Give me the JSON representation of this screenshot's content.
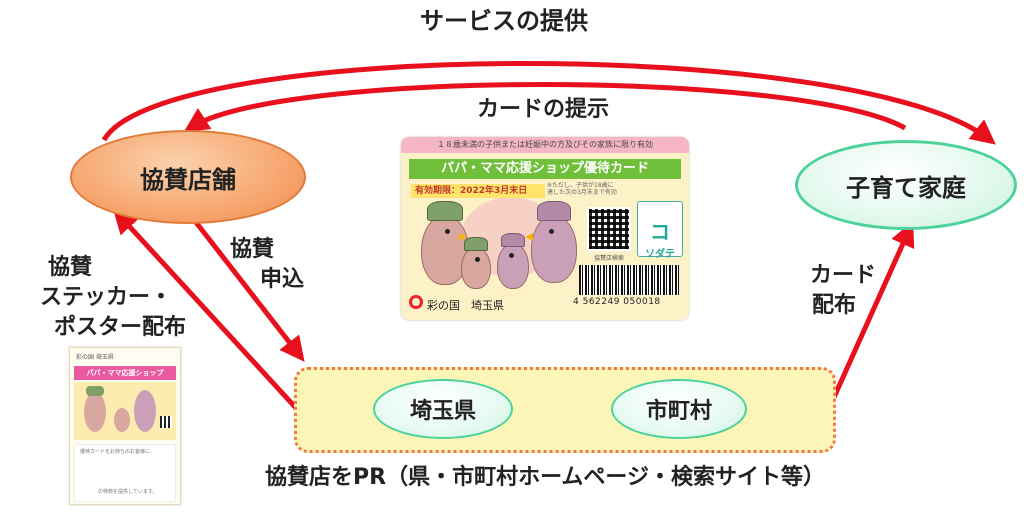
{
  "labels": {
    "service": "サービスの提供",
    "card_show": "カードの提示",
    "sponsor_line1": "協賛",
    "sponsor_line2": "申込",
    "sticker_line1": "協賛",
    "sticker_line2": "ステッカー・",
    "sticker_line3": "ポスター配布",
    "card_dist_line1": "カード",
    "card_dist_line2": "配布",
    "pr": "協賛店をPR（県・市町村ホームページ・検索サイト等）"
  },
  "nodes": {
    "shop": "協賛店舗",
    "family": "子育て家庭",
    "prefecture": "埼玉県",
    "municipality": "市町村"
  },
  "card": {
    "top_note": "１８歳未満の子供または妊娠中の方及びその家族に限り有効",
    "title": "パパ・ママ応援ショップ優待カード",
    "valid": "有効期限：2022年3月末日",
    "note": "※ただし、子供が18歳に達した次の3月末まで有効",
    "qr_caption": "協賛店検索",
    "logo": "ソダテ",
    "barcode_number": "4 562249 050018",
    "issuer": "彩の国　埼玉県"
  },
  "sticker": {
    "head": "彩の国 埼玉県",
    "title": "パパ・ママ応援ショップ",
    "line1": "優待カードをお持ちのお客様に、",
    "line2": "の特典を提供しています。"
  },
  "colors": {
    "arrow": "#e8101c",
    "shop_fill": "#f6a36a",
    "family_border": "#4cd29a",
    "pr_fill": "#fbf6b8",
    "pr_border": "#f0784c"
  }
}
